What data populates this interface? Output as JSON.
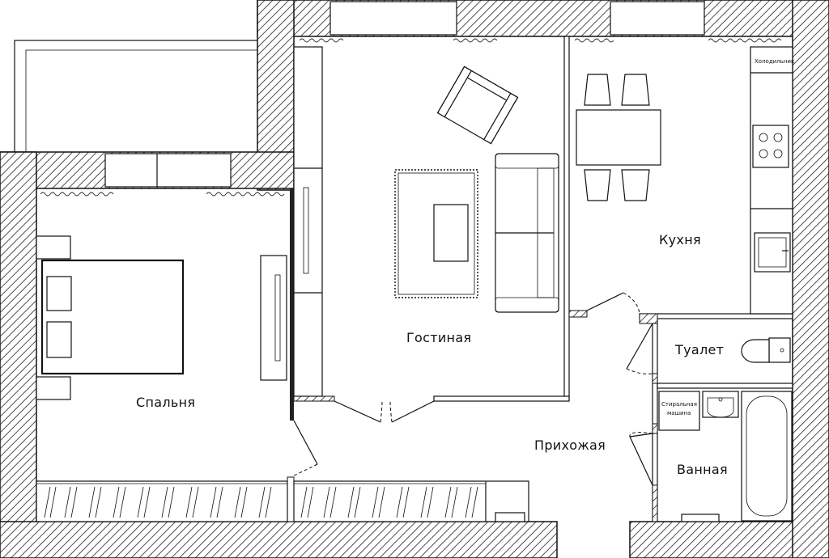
{
  "plan": {
    "rooms": {
      "bedroom": "Спальня",
      "living": "Гостиная",
      "kitchen": "Кухня",
      "toilet": "Туалет",
      "hall": "Прихожая",
      "bathroom": "Ванная"
    },
    "appliances": {
      "fridge": "Холодильник",
      "washer_line1": "Стиральная",
      "washer_line2": "машина"
    }
  }
}
